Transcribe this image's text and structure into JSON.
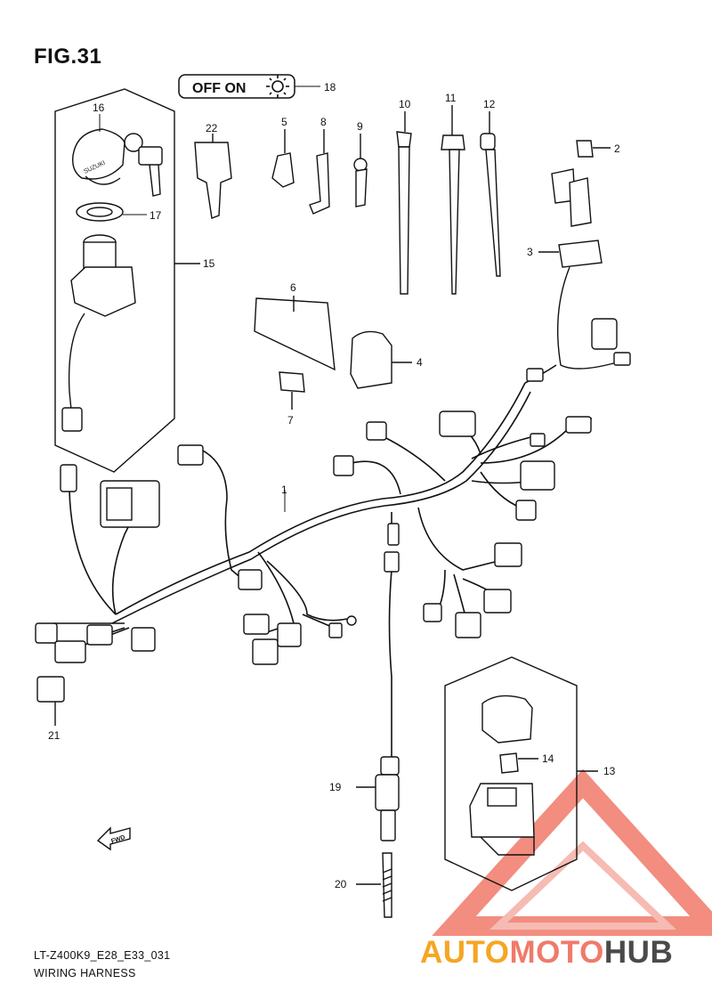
{
  "figure": {
    "title": "FIG.31"
  },
  "switch_label": {
    "text": "OFF ON"
  },
  "labels": [
    {
      "id": "1",
      "text": "1"
    },
    {
      "id": "2",
      "text": "2"
    },
    {
      "id": "3",
      "text": "3"
    },
    {
      "id": "4",
      "text": "4"
    },
    {
      "id": "5",
      "text": "5"
    },
    {
      "id": "6",
      "text": "6"
    },
    {
      "id": "7",
      "text": "7"
    },
    {
      "id": "8",
      "text": "8"
    },
    {
      "id": "9",
      "text": "9"
    },
    {
      "id": "10",
      "text": "10"
    },
    {
      "id": "11",
      "text": "11"
    },
    {
      "id": "12",
      "text": "12"
    },
    {
      "id": "13",
      "text": "13"
    },
    {
      "id": "14",
      "text": "14"
    },
    {
      "id": "15",
      "text": "15"
    },
    {
      "id": "16",
      "text": "16"
    },
    {
      "id": "17",
      "text": "17"
    },
    {
      "id": "18",
      "text": "18"
    },
    {
      "id": "19",
      "text": "19"
    },
    {
      "id": "20",
      "text": "20"
    },
    {
      "id": "21",
      "text": "21"
    },
    {
      "id": "22",
      "text": "22"
    }
  ],
  "fwd_label": "FWD",
  "key_brand": "SUZUKI",
  "footer": {
    "code": "LT-Z400K9_E28_E33_031",
    "name": "WIRING HARNESS"
  },
  "watermark": {
    "part1": "AUTO",
    "part2": "MOTO",
    "part3": "HUB"
  }
}
